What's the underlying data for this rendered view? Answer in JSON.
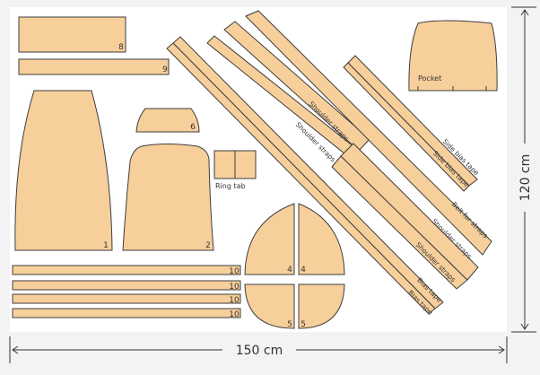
{
  "colors": {
    "fabric": "#ffffff",
    "piece_fill": "#f7cf9b",
    "piece_stroke": "#3d3d3d",
    "text": "#333333",
    "dimension": "#333333",
    "background": "#f4f3f3"
  },
  "dimensions": {
    "width_label": "150 cm",
    "height_label": "120 cm"
  },
  "pieces": {
    "p8": "8",
    "p9": "9",
    "p1": "1",
    "p2": "2",
    "p6": "6",
    "p4a": "4",
    "p4b": "4",
    "p5a": "5",
    "p5b": "5",
    "p10a": "10",
    "p10b": "10",
    "p10c": "10",
    "p10d": "10",
    "ring_tab": "Ring tab",
    "pocket": "Pocket",
    "shoulder_straps_1": "Shoulder straps",
    "shoulder_straps_2": "Shoulder straps",
    "shoulder_straps_3": "Shoulder straps",
    "shoulder_straps_4": "Shoulder straps",
    "belt_for_straps": "Belt for straps",
    "bias_tape_1": "Bias tape",
    "bias_tape_2": "Bias tape",
    "side_bias_tape_1": "Side bias tape",
    "side_bias_tape_2": "Side bias tape"
  }
}
